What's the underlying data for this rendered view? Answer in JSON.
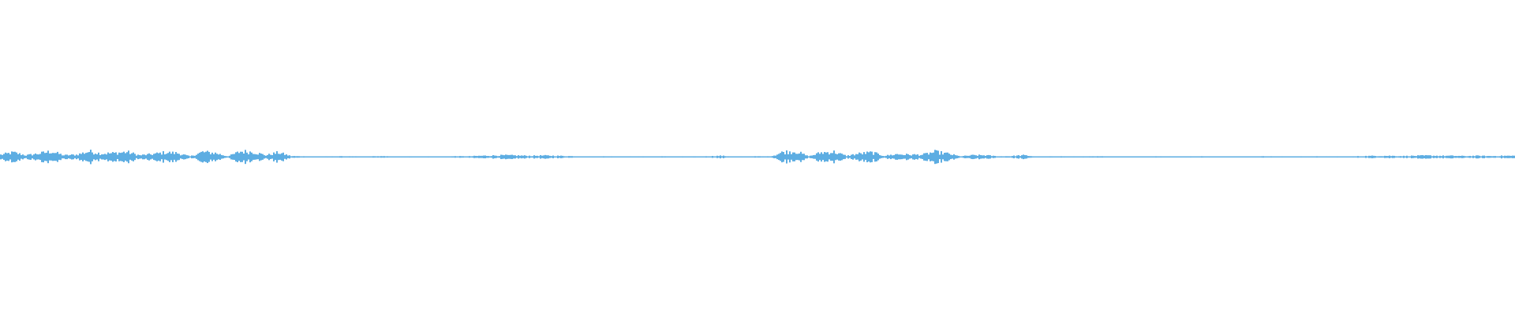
{
  "waveform": {
    "color": "#5dade2",
    "background": "#ffffff",
    "envelope": [
      0.4,
      0.8,
      0.3,
      0.6,
      1.0,
      0.3,
      0.4,
      1.0,
      0.6,
      0.7,
      0.9,
      0.3,
      0.5,
      0.8,
      0.7,
      0.1,
      0.9,
      0.7,
      0.1,
      1.0,
      0.9,
      0.3,
      0.8,
      0.15,
      0.1,
      0.08,
      0.08,
      0.1,
      0.08,
      0.08,
      0.12,
      0.08,
      0.08,
      0.1,
      0.08,
      0.08,
      0.12,
      0.1,
      0.2,
      0.25,
      0.3,
      0.25,
      0.2,
      0.25,
      0.2,
      0.15,
      0.08,
      0.08,
      0.1,
      0.08,
      0.08,
      0.08,
      0.1,
      0.08,
      0.08,
      0.08,
      0.1,
      0.2,
      0.08,
      0.08,
      0.1,
      0.08,
      0.9,
      1.0,
      0.1,
      0.8,
      0.9,
      0.2,
      0.6,
      0.8,
      0.2,
      0.5,
      0.4,
      0.4,
      0.9,
      0.6,
      0.1,
      0.3,
      0.3,
      0.1,
      0.15,
      0.3,
      0.08,
      0.08,
      0.1,
      0.08,
      0.08,
      0.1,
      0.08,
      0.08,
      0.08,
      0.1,
      0.08,
      0.08,
      0.08,
      0.1,
      0.08,
      0.08,
      0.08,
      0.08,
      0.1,
      0.08,
      0.08,
      0.08,
      0.1,
      0.08,
      0.08,
      0.08,
      0.15,
      0.2,
      0.2,
      0.15,
      0.2,
      0.25,
      0.2,
      0.2,
      0.15,
      0.2,
      0.15,
      0.2
    ]
  }
}
